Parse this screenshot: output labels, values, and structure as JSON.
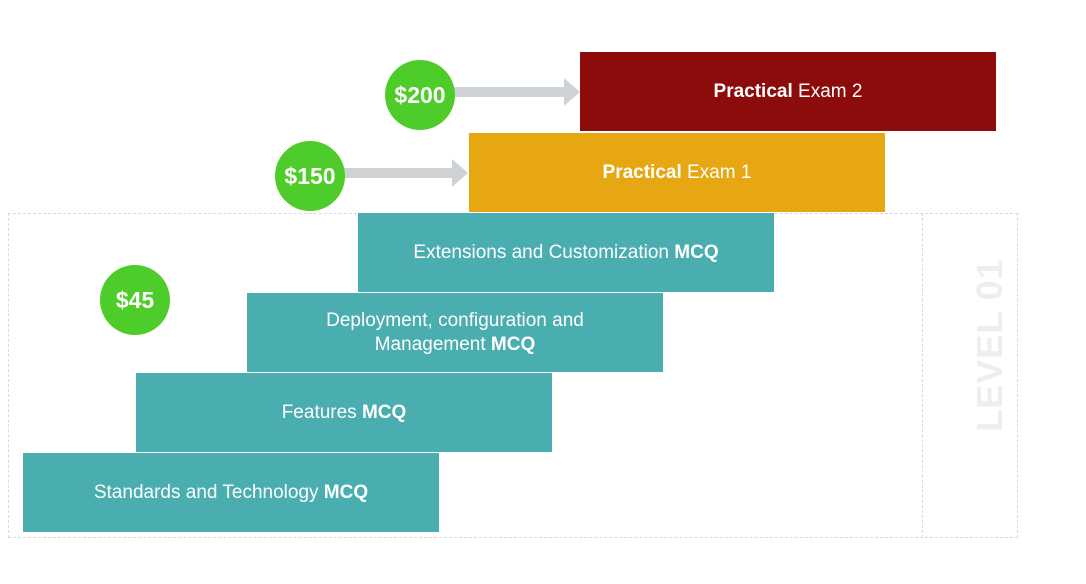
{
  "steps": {
    "practical_exam_2": {
      "bold": "Practical",
      "rest": " Exam 2",
      "color": "#8b0c0b"
    },
    "practical_exam_1": {
      "bold": "Practical",
      "rest": " Exam 1",
      "color": "#e6a713"
    },
    "extensions": {
      "text": "Extensions and Customization ",
      "bold": "MCQ",
      "color": "#4aadaf"
    },
    "deployment": {
      "line1": "Deployment, configuration and",
      "line2": "Management ",
      "bold": "MCQ",
      "color": "#4aadaf"
    },
    "features": {
      "text": "Features ",
      "bold": "MCQ",
      "color": "#4aadaf"
    },
    "standards": {
      "text": "Standards and Technology ",
      "bold": "MCQ",
      "color": "#4aadaf"
    }
  },
  "prices": {
    "exam_2": "$200",
    "exam_1": "$150",
    "level_01": "$45",
    "color": "#4ecc2a"
  },
  "level_label": "LEVEL 01"
}
